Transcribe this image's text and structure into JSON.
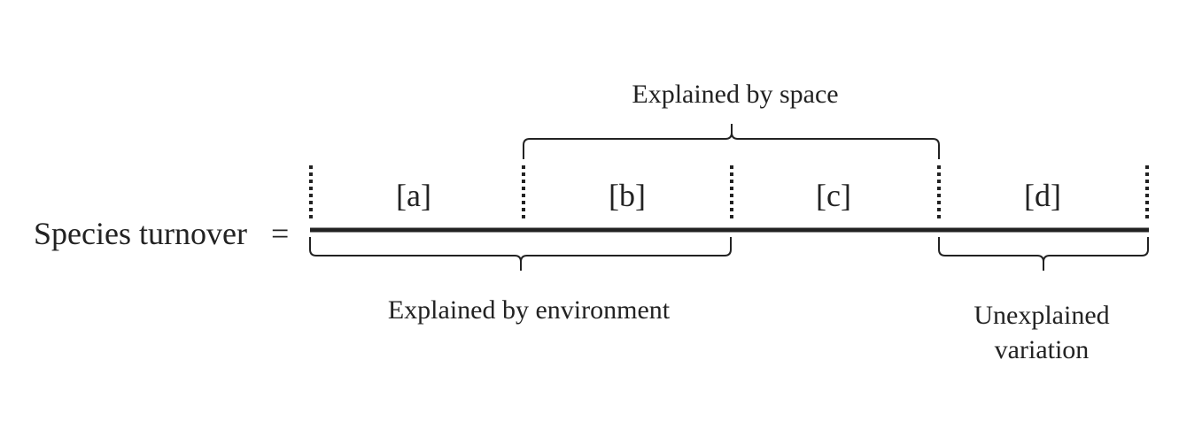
{
  "left_term": "Species turnover",
  "equals": "=",
  "segments": [
    "[a]",
    "[b]",
    "[c]",
    "[d]"
  ],
  "braces": {
    "space": "Explained by space",
    "environment": "Explained by environment",
    "unexplained": "Unexplained variation"
  },
  "colors": {
    "ink": "#222222",
    "background": "#ffffff"
  }
}
